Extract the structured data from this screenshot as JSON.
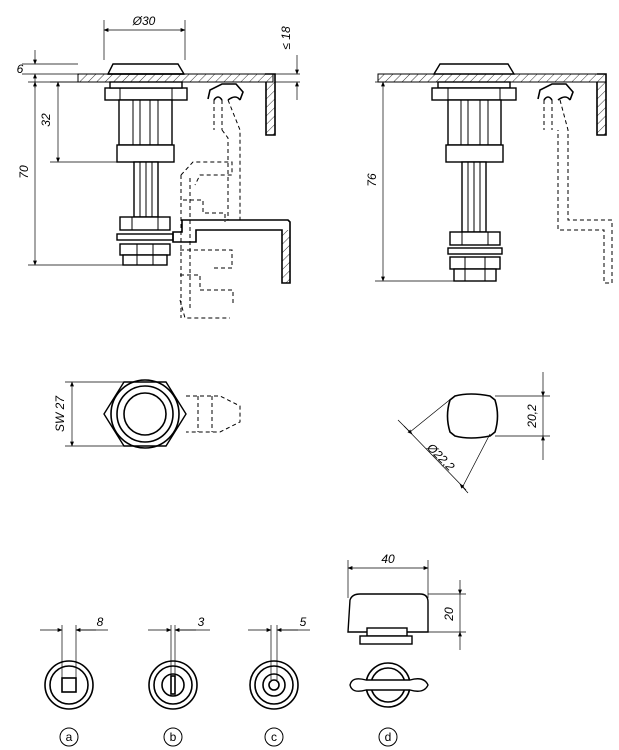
{
  "views": {
    "left_elevation": {
      "dim_diameter": "Ø30",
      "dim_sheet": "6",
      "dim_max_thickness": "≤ 18",
      "dim_body_length": "32",
      "dim_total_length": "70"
    },
    "right_elevation": {
      "dim_total_length": "76"
    },
    "front_view": {
      "dim_wrench": "SW 27"
    },
    "cutout_view": {
      "dim_flat": "20,2",
      "dim_diameter": "Ø22,2"
    }
  },
  "variants": [
    {
      "id": "a",
      "dim": "8"
    },
    {
      "id": "b",
      "dim": "3"
    },
    {
      "id": "c",
      "dim": "5"
    },
    {
      "id": "d",
      "dim_width": "40",
      "dim_height": "20"
    }
  ]
}
